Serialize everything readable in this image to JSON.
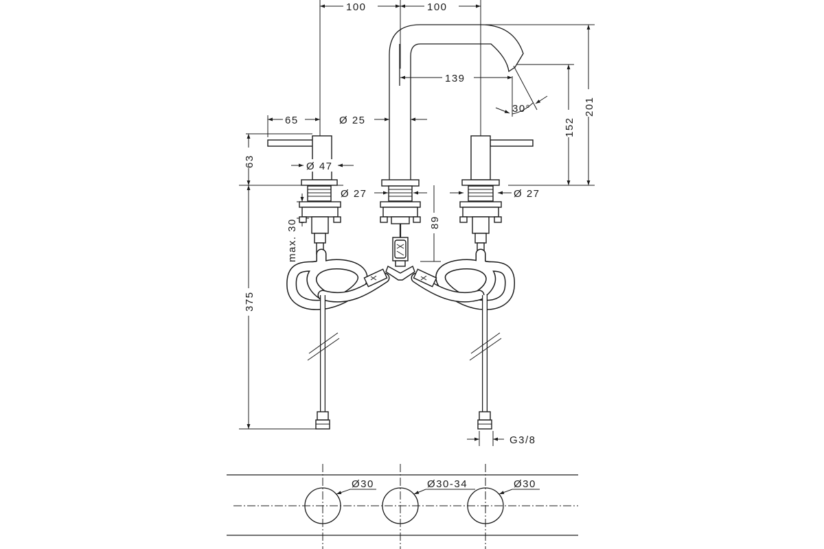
{
  "dimensions": {
    "top_left_spacing": "100",
    "top_right_spacing": "100",
    "lever_reach": "65",
    "spout_diameter": "Ø 25",
    "spout_reach": "139",
    "spout_angle": "30°",
    "outlet_height": "152",
    "total_height": "201",
    "handle_height": "63",
    "handle_base_diameter": "Ø 47",
    "left_shank_diameter": "Ø 27",
    "right_shank_diameter": "Ø 27",
    "spout_shank_length": "89",
    "max_deck_thickness": "max. 30",
    "hose_length": "375",
    "connection_thread": "G3/8"
  },
  "deck_holes": {
    "left": "Ø30",
    "center": "Ø30-34",
    "right": "Ø30"
  }
}
